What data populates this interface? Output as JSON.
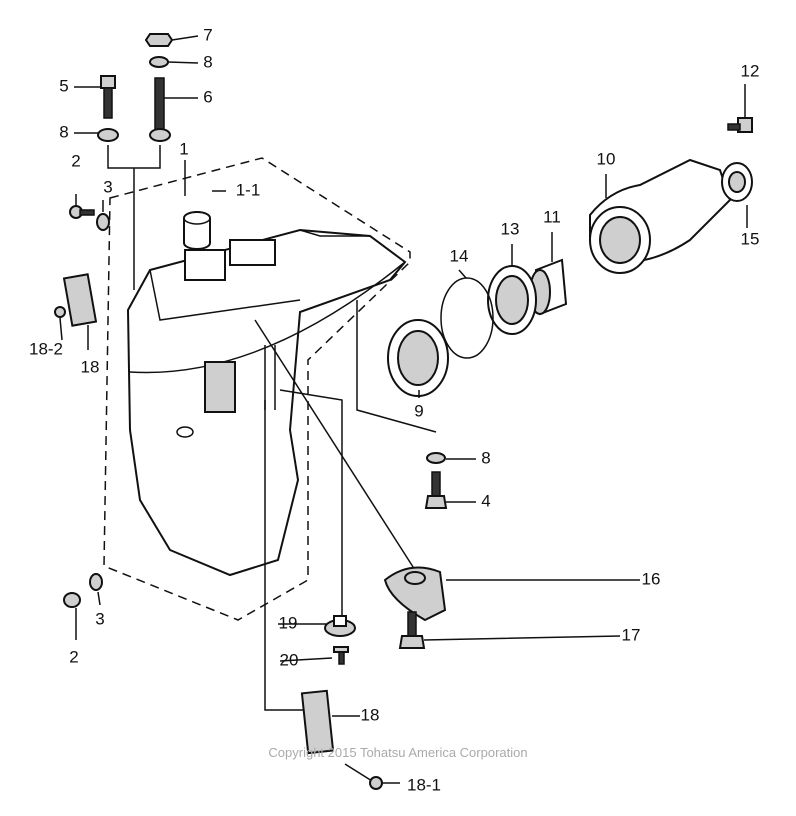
{
  "diagram": {
    "labels": [
      "7",
      "8",
      "5",
      "6",
      "8",
      "1",
      "2",
      "3",
      "1-1",
      "12",
      "10",
      "15",
      "11",
      "13",
      "14",
      "18-2",
      "18",
      "9",
      "8",
      "4",
      "16",
      "3",
      "2",
      "19",
      "17",
      "20",
      "18",
      "18-1"
    ],
    "copyright": "Copyright 2015 Tohatsu America Corporation"
  }
}
